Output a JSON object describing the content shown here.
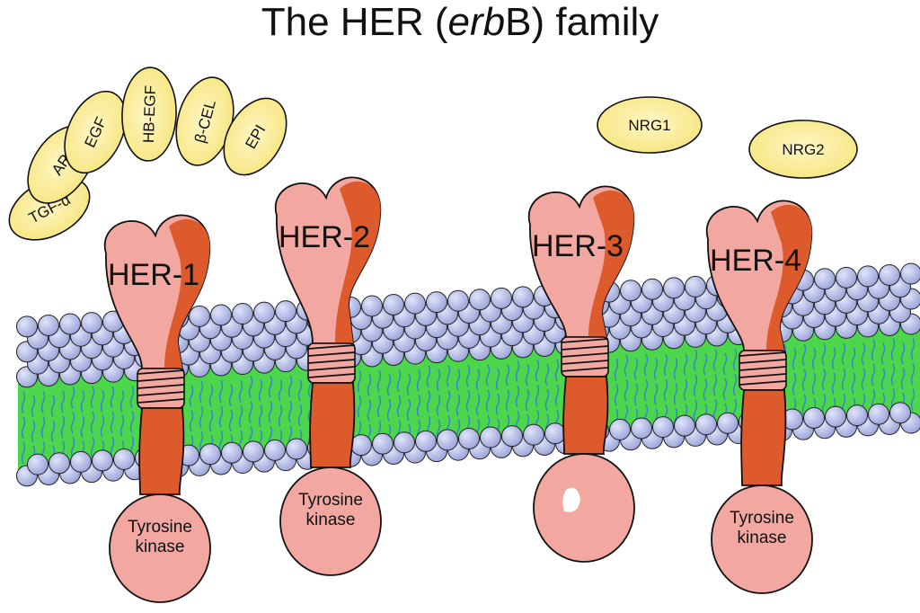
{
  "title": {
    "prefix": "The HER (",
    "italic": "erb",
    "suffix": "B) family"
  },
  "ligands": {
    "egf_family": [
      "TGF-α",
      "AR",
      "EGF",
      "HB-EGF",
      "β-CEL",
      "EPI"
    ],
    "neuregulins": [
      "NRG1",
      "NRG2"
    ]
  },
  "receptors": [
    {
      "label": "HER-1",
      "kinase": [
        "Tyrosine",
        "kinase"
      ]
    },
    {
      "label": "HER-2",
      "kinase": [
        "Tyrosine",
        "kinase"
      ]
    },
    {
      "label": "HER-3",
      "kinase": []
    },
    {
      "label": "HER-4",
      "kinase": [
        "Tyrosine",
        "kinase"
      ]
    }
  ],
  "colors": {
    "receptor_light": "#f2a7a0",
    "receptor_dark": "#dc5a2c",
    "ligand_fill": "#fbee9c",
    "membrane_core": "#4cd64c",
    "lipid_tail": "#3a7fd0",
    "lipid_head": "#b4bce8",
    "outline": "#111111"
  }
}
